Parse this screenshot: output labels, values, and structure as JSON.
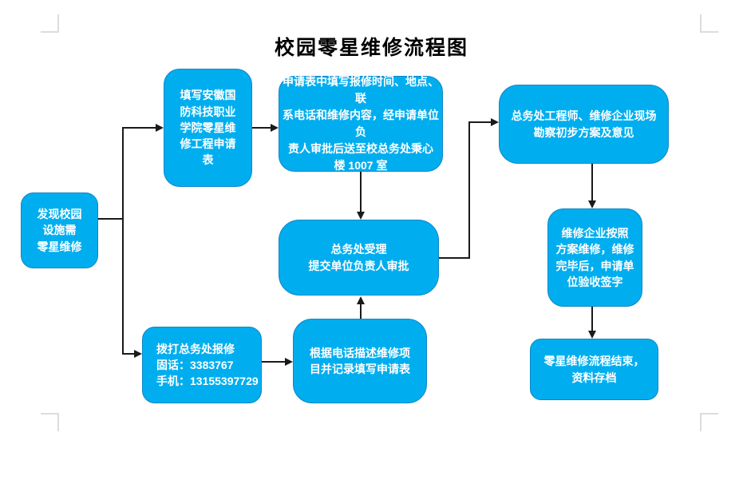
{
  "page": {
    "title": "校园零星维修流程图"
  },
  "colors": {
    "node_fill": "#00AEEF",
    "node_border": "#0C86C6",
    "connector": "#1A1A1A",
    "title": "#000000",
    "corner_mark": "#DCDCDC"
  },
  "flowchart": {
    "nodes": {
      "discover": {
        "label": "发现校园\n设施需\n零星维修"
      },
      "fill_form": {
        "label": "填写安徽国\n防科技职业\n学院零星维\n修工程申请\n表"
      },
      "form_detail": {
        "label": "申请表中填写报修时间、地点、联\n系电话和维修内容，经申请单位负\n责人审批后送至校总务处秉心\n楼 1007 室"
      },
      "survey": {
        "label": "总务处工程师、维修企业现场\n勘察初步方案及意见"
      },
      "accept": {
        "label": "总务处受理\n提交单位负责人审批"
      },
      "repair": {
        "label": "维修企业按照\n方案维修，维修\n完毕后，申请单\n位验收签字"
      },
      "call": {
        "label": "拨打总务处报修\n固话：3383767\n手机：13155397729"
      },
      "record": {
        "label": "根据电话描述维修项\n目并记录填写申请表"
      },
      "end": {
        "label": "零星维修流程结束，\n资料存档"
      }
    }
  }
}
